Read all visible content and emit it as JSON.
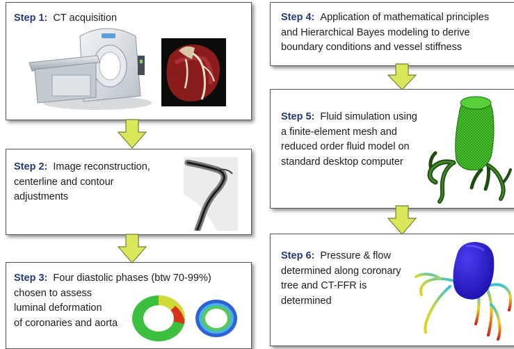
{
  "colors": {
    "step_label": "#253a7a",
    "arrow_fill": "#d9e75a",
    "arrow_stroke": "#7a7a3a",
    "box_border": "#555555"
  },
  "steps": [
    {
      "label": "Step 1:",
      "lines": [
        "CT acquisition"
      ]
    },
    {
      "label": "Step 2:",
      "lines": [
        "Image reconstruction,",
        "centerline and contour",
        "adjustments"
      ]
    },
    {
      "label": "Step 3:",
      "lines": [
        "Four diastolic phases (btw 70-99%)",
        "chosen to assess",
        "luminal deformation",
        "of coronaries and aorta"
      ]
    },
    {
      "label": "Step 4:",
      "lines": [
        "Application of mathematical principles",
        "and Hierarchical Bayes modeling to derive",
        "boundary conditions and vessel stiffness"
      ]
    },
    {
      "label": "Step 5:",
      "lines": [
        "Fluid simulation using",
        "a finite-element mesh and",
        "reduced order fluid model on",
        "standard desktop computer"
      ]
    },
    {
      "label": "Step 6:",
      "lines": [
        "Pressure & flow",
        "determined along coronary",
        "tree and CT-FFR is",
        "determined"
      ]
    }
  ],
  "icons": [
    "ct-scanner-icon",
    "heart-render-icon",
    "centerline-icon",
    "lumen-ring-icon",
    "mesh-artery-icon",
    "pressure-artery-icon"
  ]
}
